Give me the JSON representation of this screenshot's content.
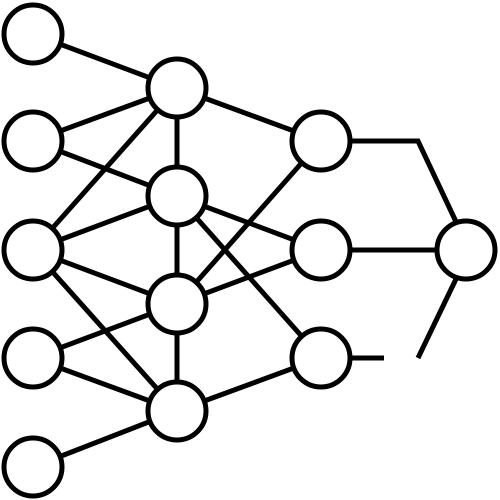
{
  "diagram": {
    "type": "neural-network",
    "colors": {
      "background": "#ffffff",
      "stroke": "#000000",
      "node_fill": "#ffffff"
    },
    "layers": [
      {
        "id": "input",
        "nodes": [
          "i1",
          "i2",
          "i3",
          "i4",
          "i5"
        ]
      },
      {
        "id": "hidden1",
        "nodes": [
          "h1",
          "h2",
          "h3",
          "h4"
        ]
      },
      {
        "id": "hidden2",
        "nodes": [
          "g1",
          "g2",
          "g3"
        ]
      },
      {
        "id": "output",
        "nodes": [
          "o1"
        ]
      }
    ],
    "edges": [
      [
        "i1",
        "h1"
      ],
      [
        "i2",
        "h1"
      ],
      [
        "i2",
        "h2"
      ],
      [
        "i3",
        "h1"
      ],
      [
        "i3",
        "h2"
      ],
      [
        "i3",
        "h3"
      ],
      [
        "i3",
        "h4"
      ],
      [
        "i4",
        "h3"
      ],
      [
        "i4",
        "h4"
      ],
      [
        "i5",
        "h4"
      ],
      [
        "h1",
        "h2"
      ],
      [
        "h2",
        "h3"
      ],
      [
        "h3",
        "h4"
      ],
      [
        "h1",
        "g1"
      ],
      [
        "h2",
        "g2"
      ],
      [
        "h2",
        "g3"
      ],
      [
        "h3",
        "g1"
      ],
      [
        "h3",
        "g2"
      ],
      [
        "h4",
        "g3"
      ],
      [
        "g2",
        "o1"
      ]
    ],
    "partial_paths": [
      {
        "from": "g1",
        "to": "o1",
        "shape": "elbow-to-node"
      },
      {
        "from": "g3",
        "shape": "stub"
      },
      {
        "to": "o1",
        "shape": "stub"
      }
    ]
  }
}
